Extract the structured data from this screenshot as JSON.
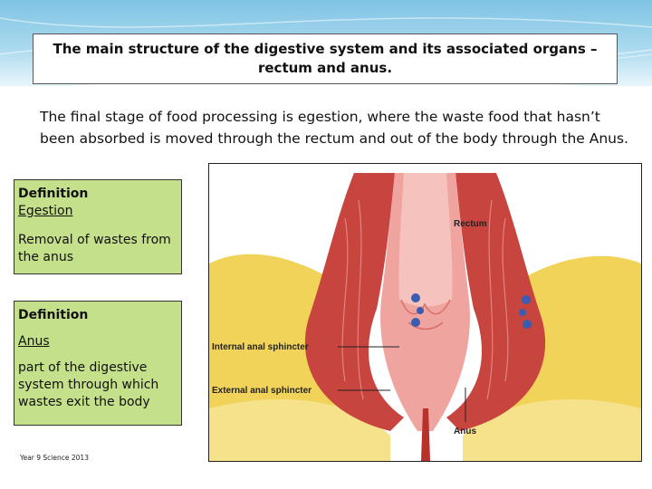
{
  "slide": {
    "title": "The main structure of the digestive system and its associated organs – rectum and  anus.",
    "intro": "The final stage of food processing is egestion, where the waste food that hasn’t been absorbed is moved through the rectum and out of the body through the Anus.",
    "definitions": [
      {
        "heading": "Definition",
        "term": "Egestion ",
        "text": "Removal of wastes from the anus"
      },
      {
        "heading": "Definition",
        "term": "Anus",
        "text": "part of the digestive system through which wastes exit the body"
      }
    ],
    "footer": "Year 9 Science 2013"
  },
  "figure": {
    "labels": {
      "rectum": "Rectum",
      "internal": "Internal anal sphincter",
      "external": "External anal sphincter",
      "anus": "Anus"
    }
  },
  "colors": {
    "banner": "#7fc3e3",
    "definition_box": "#c5e08a",
    "fat": "#f2d35a",
    "muscle": "#c8443e",
    "lining": "#f0a4a0"
  }
}
